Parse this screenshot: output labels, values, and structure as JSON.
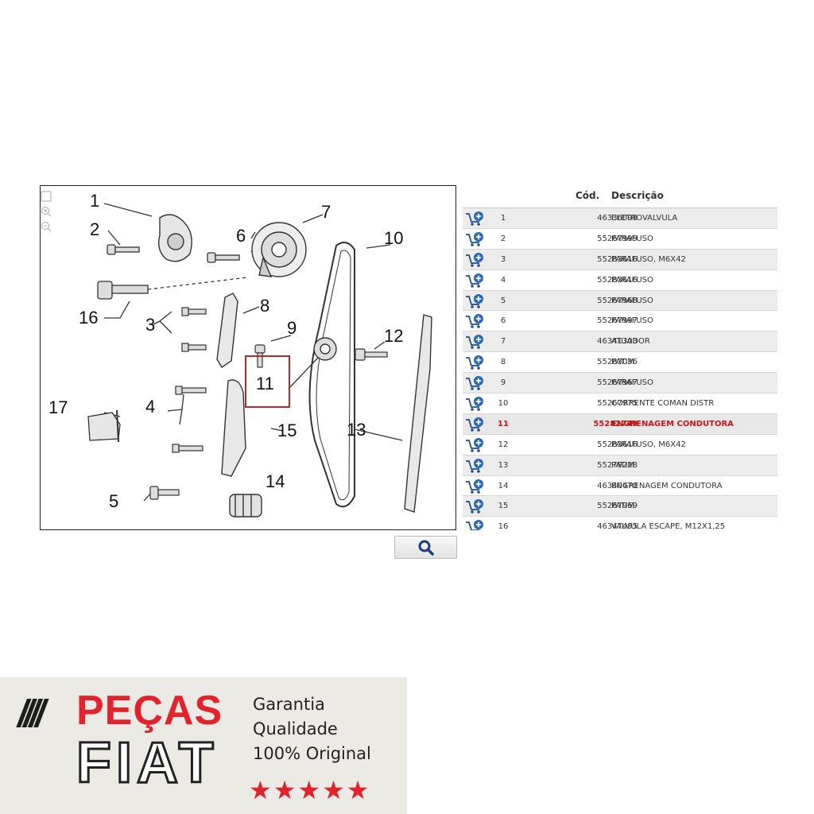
{
  "diagram": {
    "callouts": [
      "1",
      "2",
      "3",
      "4",
      "5",
      "6",
      "7",
      "8",
      "9",
      "10",
      "11",
      "12",
      "13",
      "14",
      "15",
      "16",
      "17"
    ]
  },
  "table": {
    "col_code": "Cód.",
    "col_desc": "Descrição",
    "selected_index": 10,
    "rows": [
      {
        "num": "1",
        "code": "46336098",
        "desc": "ELETROVALVULA"
      },
      {
        "num": "2",
        "code": "55267999",
        "desc": "PARAFUSO"
      },
      {
        "num": "3",
        "code": "55283616",
        "desc": "PARAFUSO, M6X42"
      },
      {
        "num": "4",
        "code": "55283616",
        "desc": "PARAFUSO"
      },
      {
        "num": "5",
        "code": "55267968",
        "desc": "PARAFUSO"
      },
      {
        "num": "6",
        "code": "55267997",
        "desc": "PARAFUSO"
      },
      {
        "num": "7",
        "code": "46341303",
        "desc": "ATUADOR"
      },
      {
        "num": "8",
        "code": "55283036",
        "desc": "PATIM"
      },
      {
        "num": "9",
        "code": "55267967",
        "desc": "PARAFUSO"
      },
      {
        "num": "10",
        "code": "55267975",
        "desc": "CORRENTE COMAN DISTR"
      },
      {
        "num": "11",
        "code": "55282749",
        "desc": "ENGRENAGEM CONDUTORA"
      },
      {
        "num": "12",
        "code": "55283616",
        "desc": "PARAFUSO, M6X42"
      },
      {
        "num": "13",
        "code": "55279228",
        "desc": "PATIM"
      },
      {
        "num": "14",
        "code": "46340470",
        "desc": "ENGRENAGEM CONDUTORA"
      },
      {
        "num": "15",
        "code": "55267969",
        "desc": "PATIM"
      },
      {
        "num": "16",
        "code": "46347495",
        "desc": "VALVULA ESCAPE, M12X1,25"
      }
    ]
  },
  "banner": {
    "slashes": "////",
    "brand_line1": "PEÇAS",
    "brand_line2": "FIAT",
    "taglines": [
      "Garantia",
      "Qualidade",
      "100% Original"
    ],
    "stars": "★★★★★",
    "brand_red": "#e2222c"
  },
  "icons": {
    "cart": "cart-add-icon",
    "zoom": "magnifier-icon",
    "zoom_in": "zoom-in-icon",
    "zoom_out": "zoom-out-icon"
  }
}
